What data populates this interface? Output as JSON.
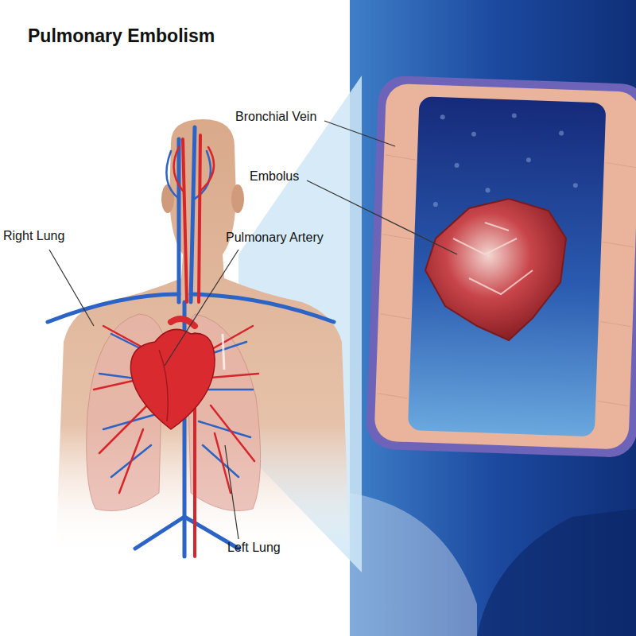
{
  "diagram": {
    "title": "Pulmonary Embolism",
    "labels": [
      "Bronchial Vein",
      "Embolus",
      "Right Lung",
      "Pulmonary Artery",
      "Left Lung"
    ]
  }
}
